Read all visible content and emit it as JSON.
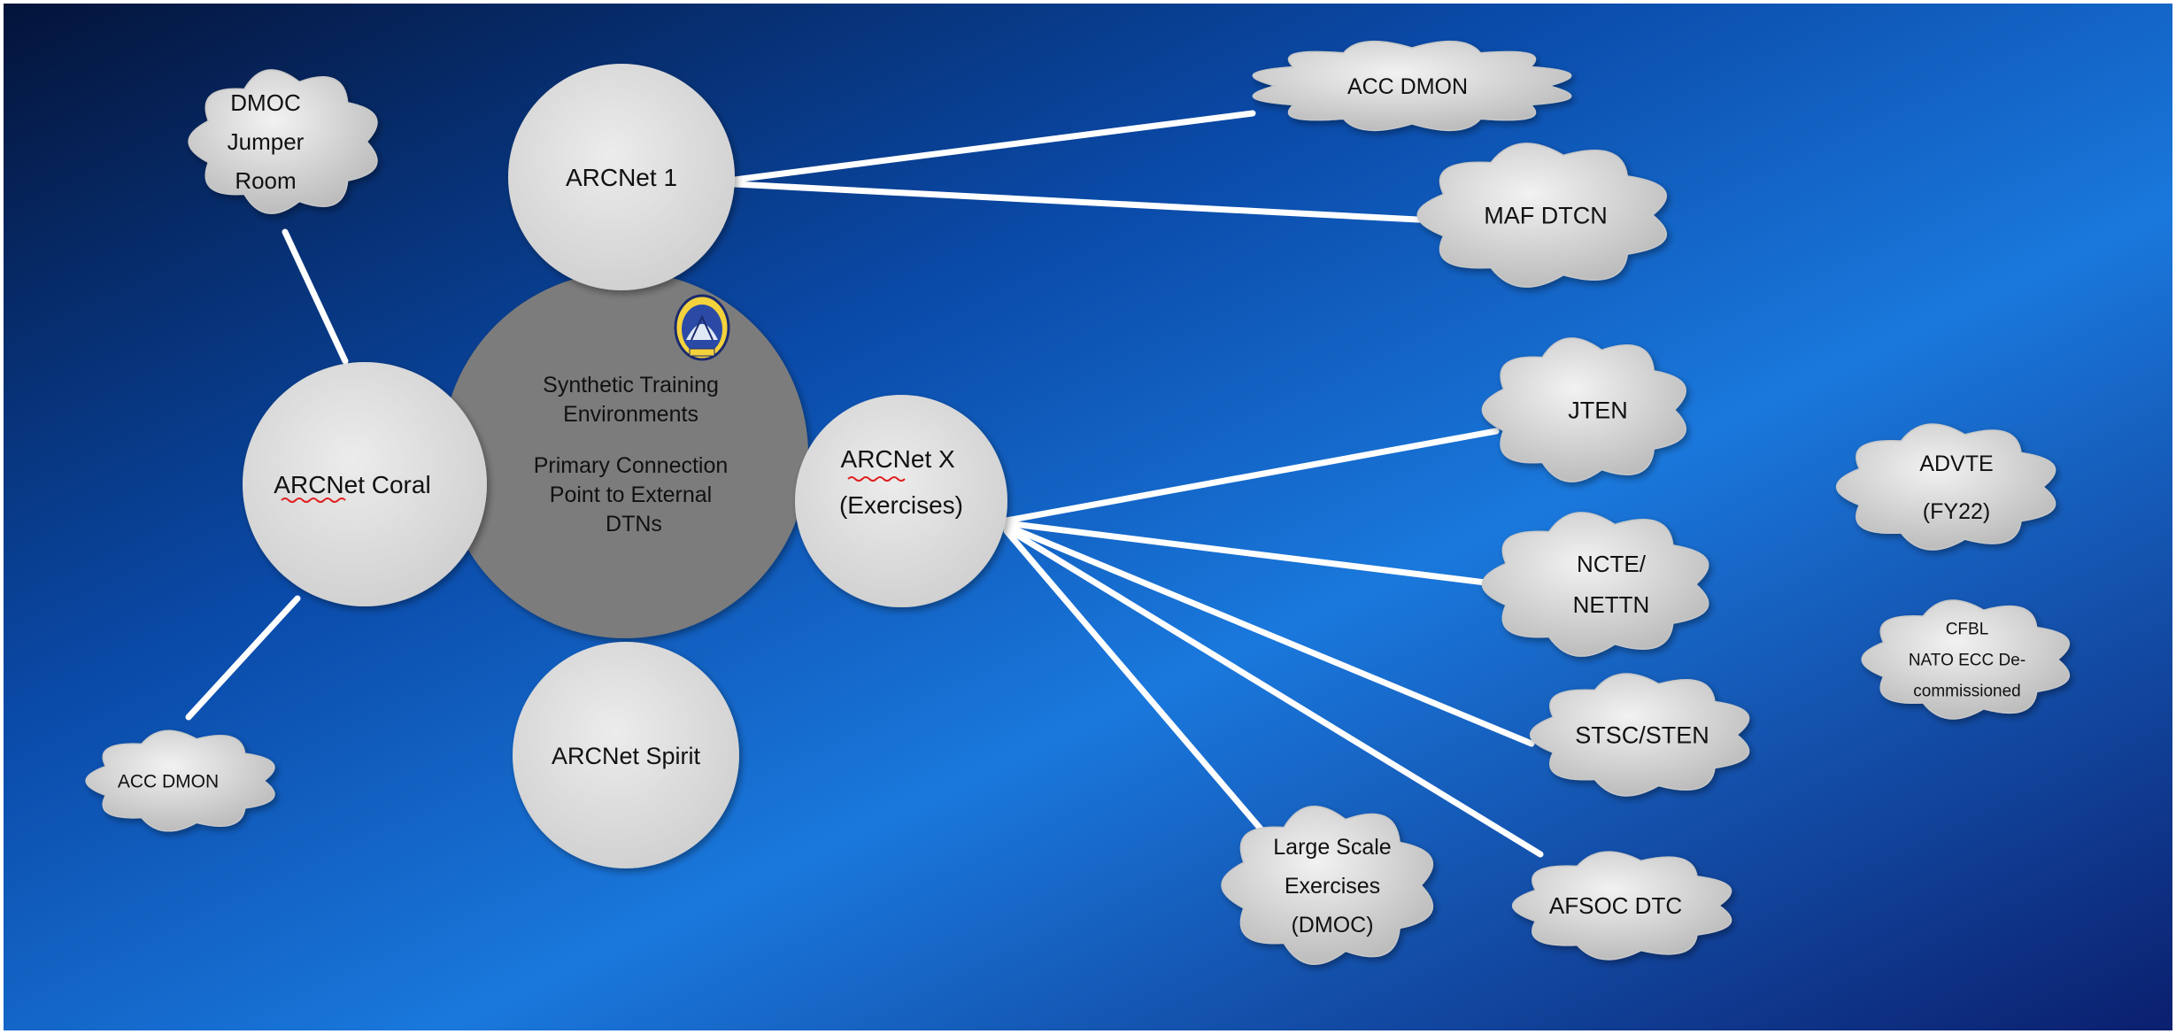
{
  "colors": {
    "background_dark": "#061a45",
    "background_mid": "#0a4fb0",
    "background_light": "#1e7fe0",
    "circle_fill": "#d9d9d9",
    "center_fill": "#7a7a7a",
    "cloud_fill": "#d4d4d4",
    "connector": "#ffffff",
    "spellcheck_underline": "#e02020"
  },
  "hub": {
    "lines": [
      "Synthetic Training",
      "Environments",
      "",
      "Primary Connection",
      "Point to External",
      "DTNs"
    ],
    "emblem": "unit-emblem-icon"
  },
  "nodes": {
    "arcnet1": {
      "lines": [
        "ARCNet 1"
      ]
    },
    "arcnet_coral": {
      "lines": [
        "ARCNet Coral"
      ]
    },
    "arcnet_x": {
      "lines": [
        "ARCNet X",
        "(Exercises)"
      ]
    },
    "arcnet_spirit": {
      "lines": [
        "ARCNet Spirit"
      ]
    }
  },
  "clouds": {
    "dmoc_jumper": {
      "lines": [
        "DMOC",
        "Jumper",
        "Room"
      ]
    },
    "acc_dmon_left": {
      "lines": [
        "ACC DMON"
      ]
    },
    "acc_dmon_top": {
      "lines": [
        "ACC DMON"
      ]
    },
    "maf_dtcn": {
      "lines": [
        "MAF DTCN"
      ]
    },
    "jten": {
      "lines": [
        "JTEN"
      ]
    },
    "ncte_nettn": {
      "lines": [
        "NCTE/",
        "NETTN"
      ]
    },
    "stsc_sten": {
      "lines": [
        "STSC/STEN"
      ]
    },
    "afsoc_dtc": {
      "lines": [
        "AFSOC DTC"
      ]
    },
    "large_scale": {
      "lines": [
        "Large Scale",
        "Exercises",
        "(DMOC)"
      ]
    },
    "advte": {
      "lines": [
        "ADVTE",
        "(FY22)"
      ]
    },
    "cfbl": {
      "lines": [
        "CFBL",
        "NATO ECC De-",
        "commissioned"
      ]
    }
  }
}
